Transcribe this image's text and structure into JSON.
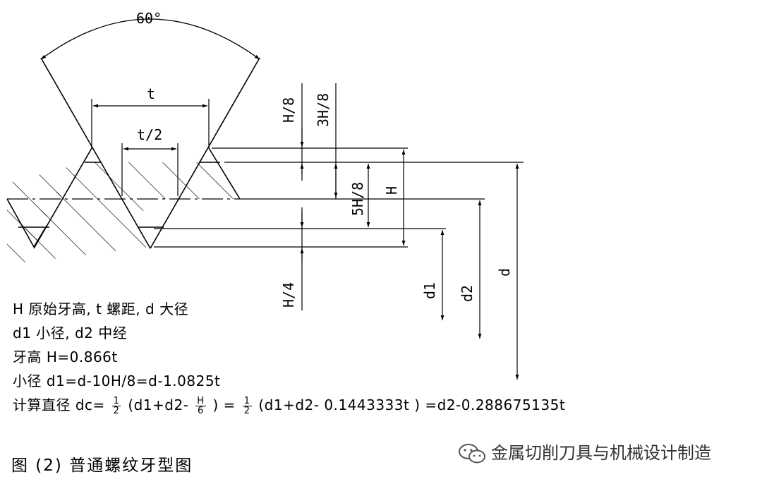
{
  "diagram": {
    "angle_label": "60°",
    "pitch_label": "t",
    "half_pitch_label": "t/2",
    "dims": {
      "h8": "H/8",
      "h38": "3H/8",
      "h58": "5H/8",
      "h": "H",
      "h4": "H/4",
      "d1": "d1",
      "d2": "d2",
      "d": "d"
    }
  },
  "notes": {
    "line1": "H 原始牙高, t 螺距, d 大径",
    "line2": "d1 小径, d2 中经",
    "line3": "牙高 H=0.866t",
    "line4": "小径 d1=d-10H/8=d-1.0825t",
    "formula": {
      "prefix": "计算直径 dc=",
      "f1_num": "1",
      "f1_den": "2",
      "part1": "(d1+d2-",
      "f2_num": "H",
      "f2_den": "6",
      "part2": ") =",
      "f3_num": "1",
      "f3_den": "2",
      "part3": "(d1+d2- 0.1443333t ) =d2-0.288675135t"
    }
  },
  "caption": "图 (2) 普通螺纹牙型图",
  "watermark": {
    "icon": "wechat-icon",
    "text": "金属切削刀具与机械设计制造"
  },
  "colors": {
    "line": "#000000",
    "watermark": "#333333"
  }
}
